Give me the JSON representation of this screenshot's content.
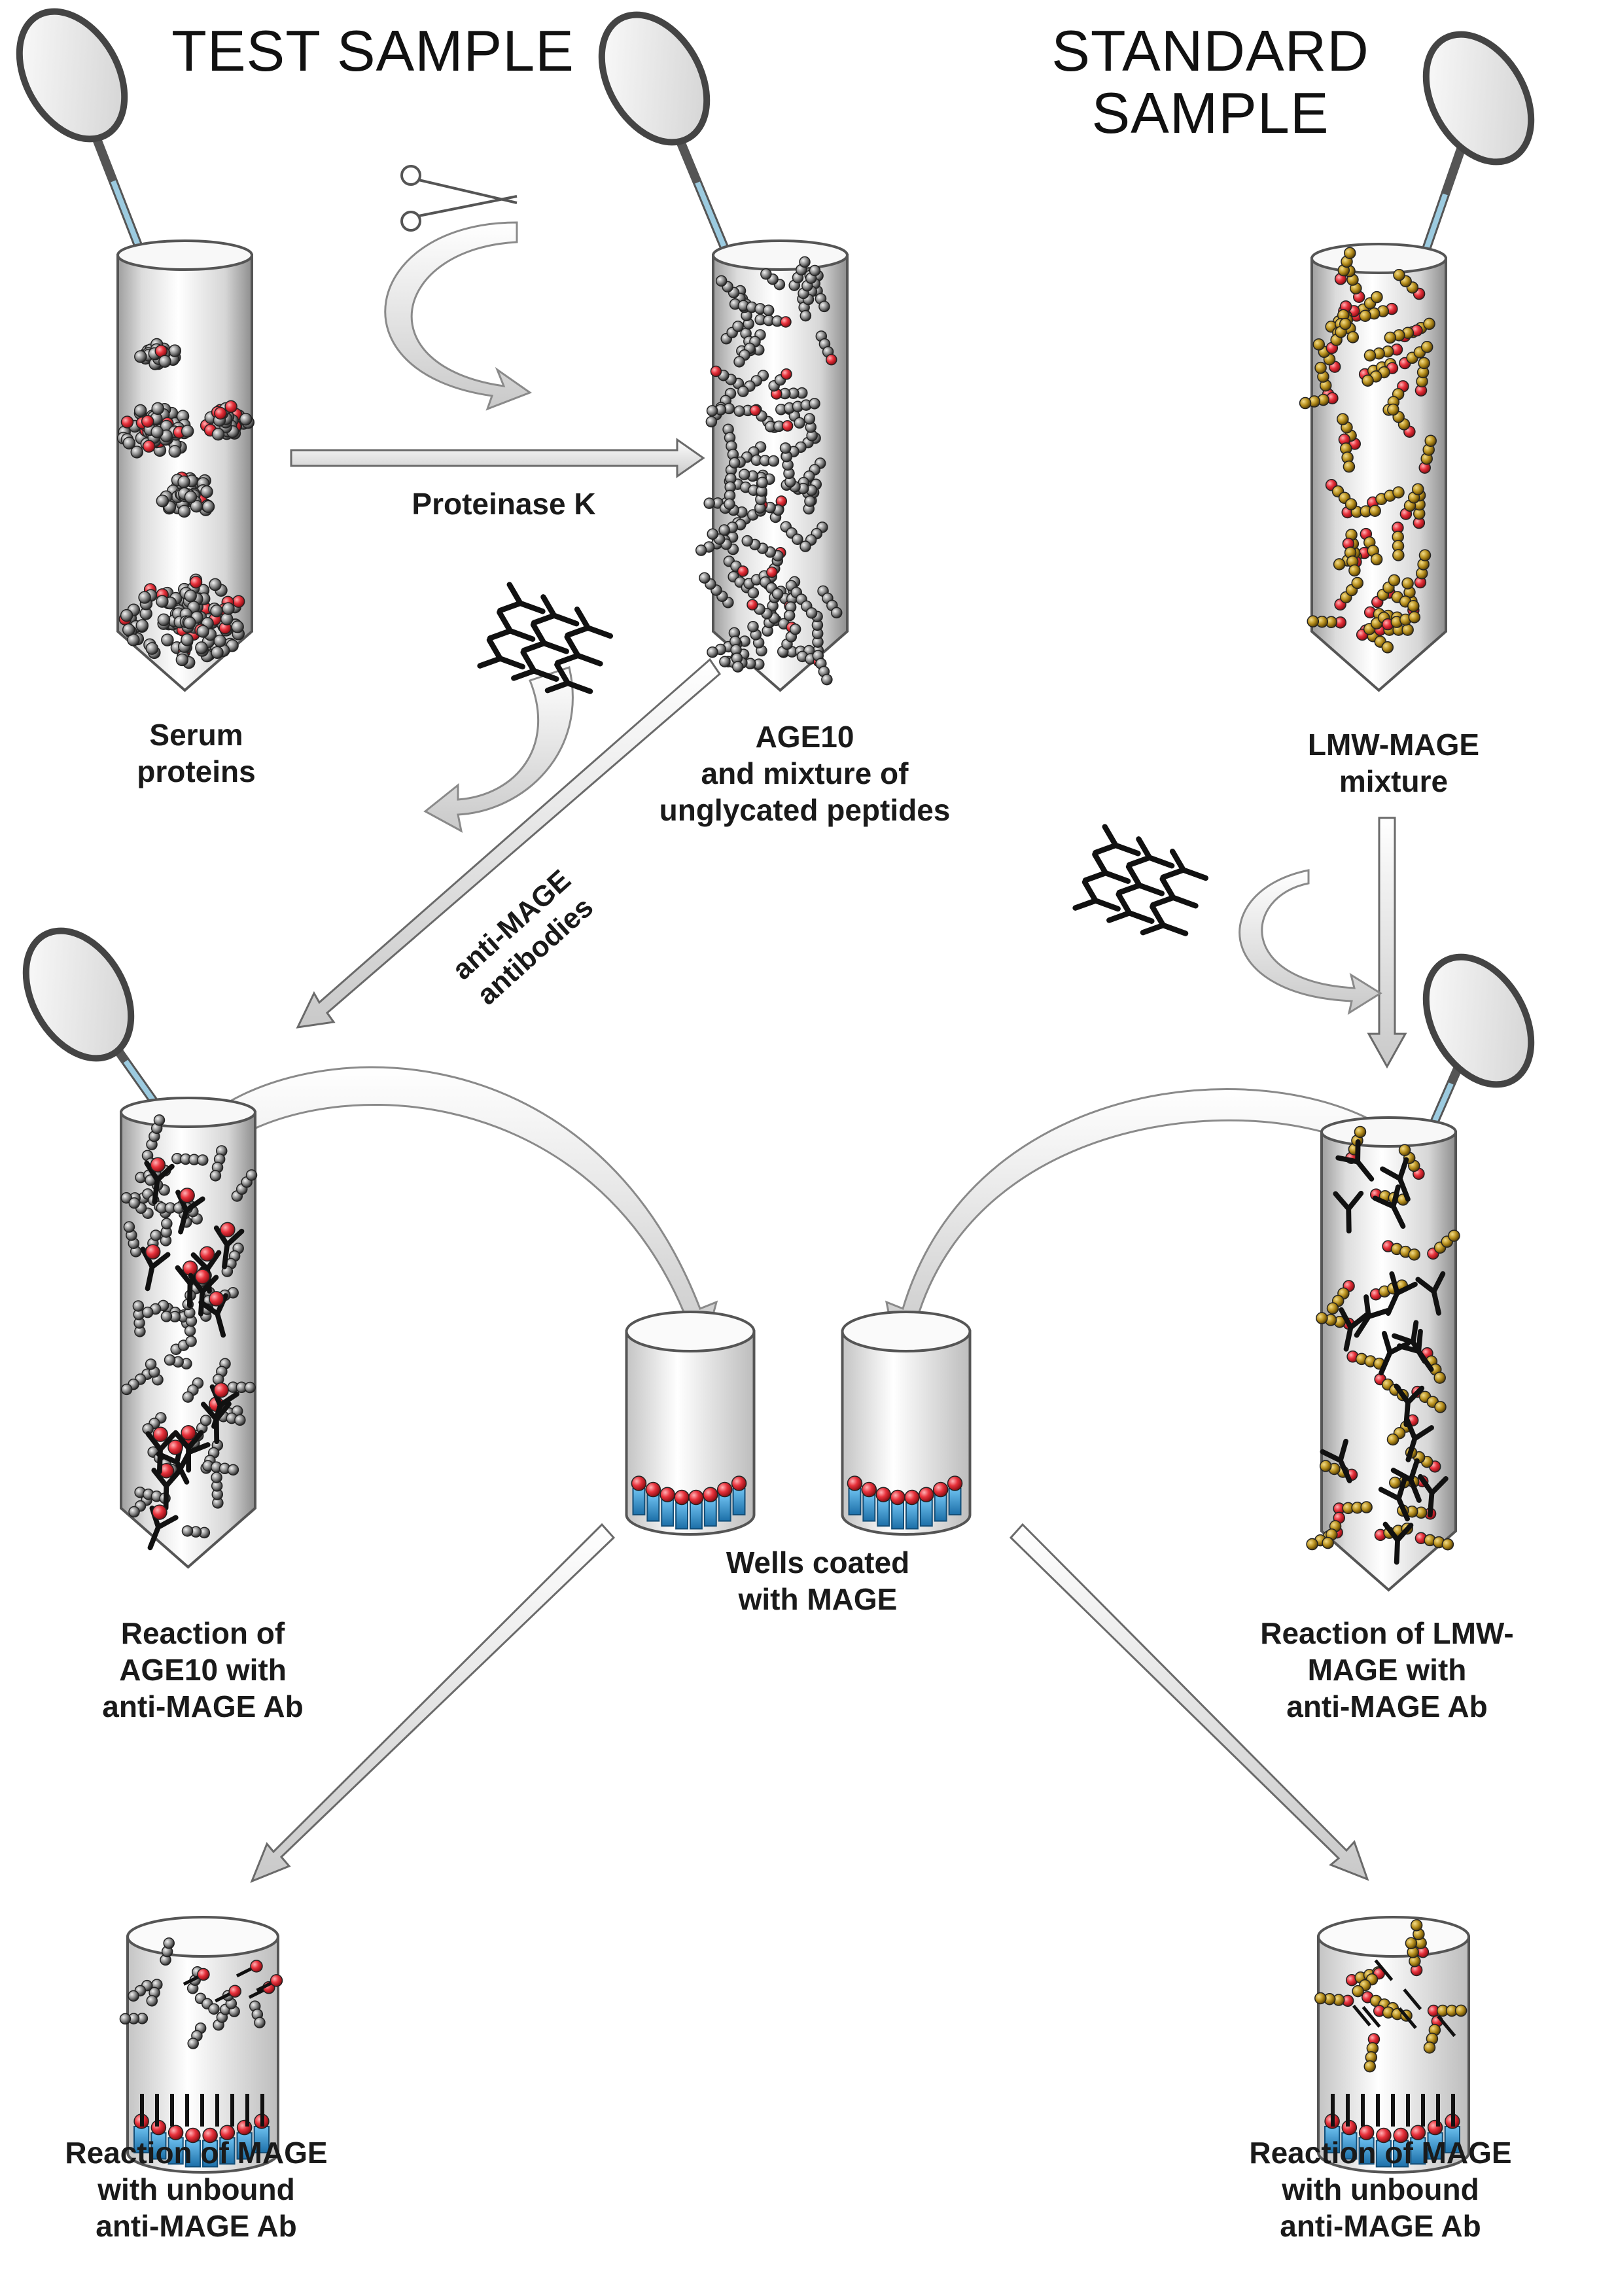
{
  "headings": {
    "test_sample": "TEST SAMPLE",
    "standard_sample": [
      "STANDARD",
      "SAMPLE"
    ]
  },
  "labels": {
    "serum_proteins": [
      "Serum",
      "proteins"
    ],
    "age10_mixture": [
      "AGE10",
      "and mixture of",
      "unglycated peptides"
    ],
    "lmw_mage_mixture": [
      "LMW-MAGE",
      "mixture"
    ],
    "proteinase_k": "Proteinase K",
    "anti_mage_antibodies": [
      "anti-MAGE",
      "antibodies"
    ],
    "wells_coated": [
      "Wells coated",
      "with MAGE"
    ],
    "reaction_age10": [
      "Reaction of",
      "AGE10 with",
      "anti-MAGE Ab"
    ],
    "reaction_lmw": [
      "Reaction of LMW-",
      "MAGE with",
      "anti-MAGE Ab"
    ],
    "reaction_mage_left": [
      "Reaction of MAGE",
      "with unbound",
      "anti-MAGE Ab"
    ],
    "reaction_mage_right": [
      "Reaction of MAGE",
      "with unbound",
      "anti-MAGE Ab"
    ]
  },
  "icons": [
    "magnifier-icon",
    "scissors-icon",
    "antibody-icon",
    "test-tube-icon",
    "well-icon",
    "curved-arrow-icon",
    "arrow-icon"
  ],
  "colors": {
    "glycation_red": "#e8323c",
    "unglycated_grey": "#8c8c8c",
    "peptide_gold": "#b8901e",
    "well_blue": "#2f8fd0",
    "antibody_black": "#111111",
    "tube_glass": "#e9e9e9"
  }
}
